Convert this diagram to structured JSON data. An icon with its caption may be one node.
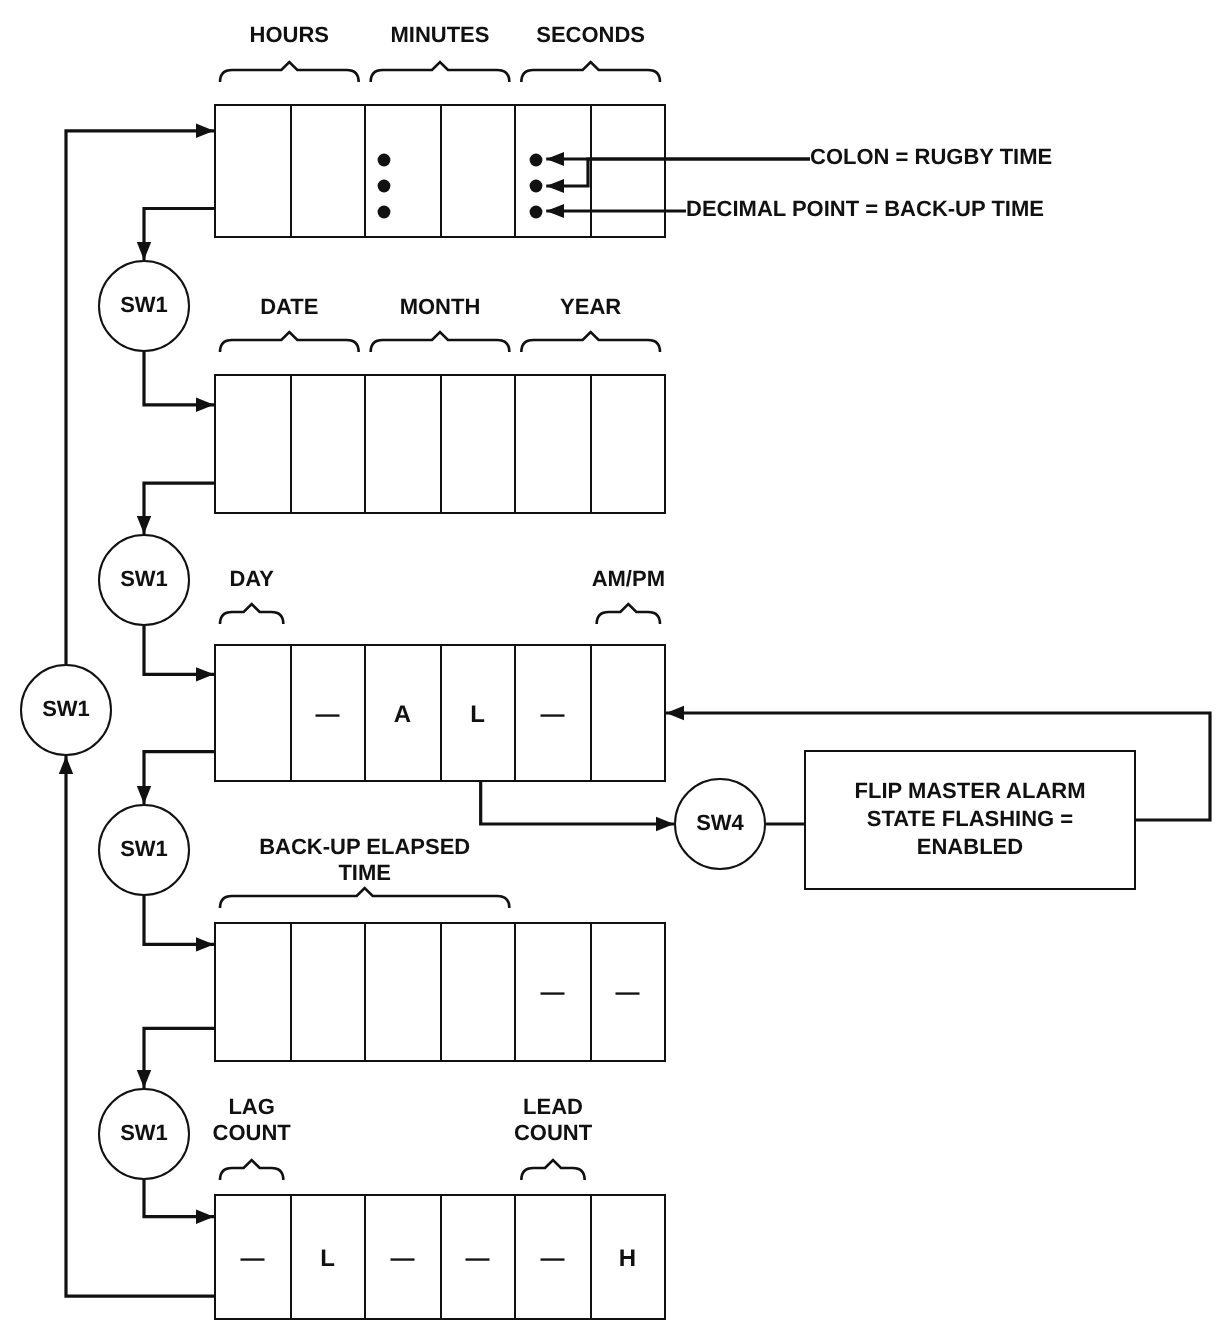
{
  "diagram": {
    "nodes": [
      {
        "text": [],
        "shape": "box"
      },
      {
        "text": [
          "COLON = RUGBY TIME"
        ]
      },
      {
        "text": [
          "DECIMAL POINT = BACK-UP TIME"
        ]
      },
      {
        "text": [
          "SW1"
        ]
      },
      {
        "text": [],
        "shape": "box"
      },
      {
        "text": [
          "SW1"
        ]
      },
      {
        "text": [
          "SW1"
        ]
      },
      {
        "text": [
          "—",
          "A",
          "L",
          "—"
        ]
      },
      {
        "text": [
          "SW4"
        ]
      },
      {
        "text": [
          "FLIP MASTER ALARM STATE FLASHING = ENABLED"
        ]
      },
      {
        "text": [
          "SW1"
        ]
      },
      {
        "text": [
          "—",
          "—"
        ]
      },
      {
        "text": [
          "SW1"
        ]
      },
      {
        "text": [
          "—",
          "L",
          "—",
          "—",
          "—",
          "H"
        ]
      }
    ],
    "edges": [
      {
        "from": 0,
        "to": 3,
        "arrow": "to"
      },
      {
        "from": 3,
        "to": 4,
        "arrow": "to"
      },
      {
        "from": 4,
        "to": 5,
        "arrow": "to"
      },
      {
        "from": 5,
        "to": 7,
        "arrow": "to"
      },
      {
        "from": 7,
        "to": 10,
        "arrow": "to"
      },
      {
        "from": 10,
        "to": 11,
        "arrow": "to"
      },
      {
        "from": 11,
        "to": 12,
        "arrow": "to"
      },
      {
        "from": 12,
        "to": 13,
        "arrow": "to"
      },
      {
        "from": 13,
        "to": 6,
        "arrow": "to"
      },
      {
        "from": 6,
        "to": 0,
        "arrow": "to"
      },
      {
        "from": 7,
        "to": 8,
        "arrow": "to"
      },
      {
        "from": 8,
        "to": 9,
        "arrow": "none"
      },
      {
        "from": 9,
        "to": 7,
        "arrow": "to"
      },
      {
        "from": 1,
        "to": 0,
        "arrow": "to"
      },
      {
        "from": 1,
        "to": 0,
        "arrow": "to"
      },
      {
        "from": 2,
        "to": 0,
        "arrow": "to"
      }
    ],
    "labels": [
      "HOURS",
      "MINUTES",
      "SECONDS",
      "DATE",
      "MONTH",
      "YEAR",
      "DAY",
      "AM/PM",
      "BACK-UP ELAPSED TIME",
      "LAG COUNT",
      "LEAD COUNT"
    ]
  }
}
